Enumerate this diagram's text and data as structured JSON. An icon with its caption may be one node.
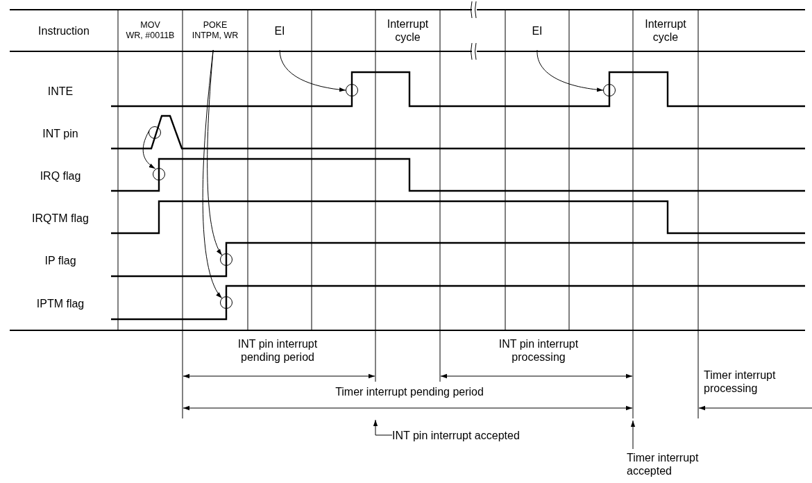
{
  "diagram": {
    "nodes": [
      {
        "text": [
          "POKE INTPM, WR"
        ]
      },
      {
        "text": [
          "EI"
        ]
      },
      {
        "text": [
          "EI"
        ]
      },
      {
        "text": [],
        "shape": "circle"
      },
      {
        "text": [],
        "shape": "circle"
      },
      {
        "text": [],
        "shape": "circle"
      },
      {
        "text": [],
        "shape": "circle"
      },
      {
        "text": [],
        "shape": "circle"
      },
      {
        "text": [],
        "shape": "circle"
      },
      {
        "text": [
          "INT pin interrupt accepted"
        ]
      },
      {
        "text": [
          "Timer interrupt accepted"
        ]
      }
    ],
    "edges": [
      {
        "from": 1,
        "to": 3,
        "arrow": "to"
      },
      {
        "from": 2,
        "to": 4,
        "arrow": "to"
      },
      {
        "from": 5,
        "to": 6,
        "arrow": "to"
      },
      {
        "from": 0,
        "to": 7,
        "arrow": "to"
      },
      {
        "from": 0,
        "to": 8,
        "arrow": "to"
      },
      {
        "from": 9,
        "to": null,
        "arrow": "to"
      },
      {
        "from": 10,
        "to": null,
        "arrow": "to"
      }
    ],
    "labels": [
      "Instruction",
      "MOV WR, #0011B",
      "Interrupt cycle",
      "Interrupt cycle",
      "INTE",
      "INT pin",
      "IRQ flag",
      "IRQTM flag",
      "IP flag",
      "IPTM flag",
      "INT pin interrupt pending period",
      "INT pin interrupt processing",
      "Timer interrupt processing",
      "Timer interrupt pending period"
    ]
  }
}
